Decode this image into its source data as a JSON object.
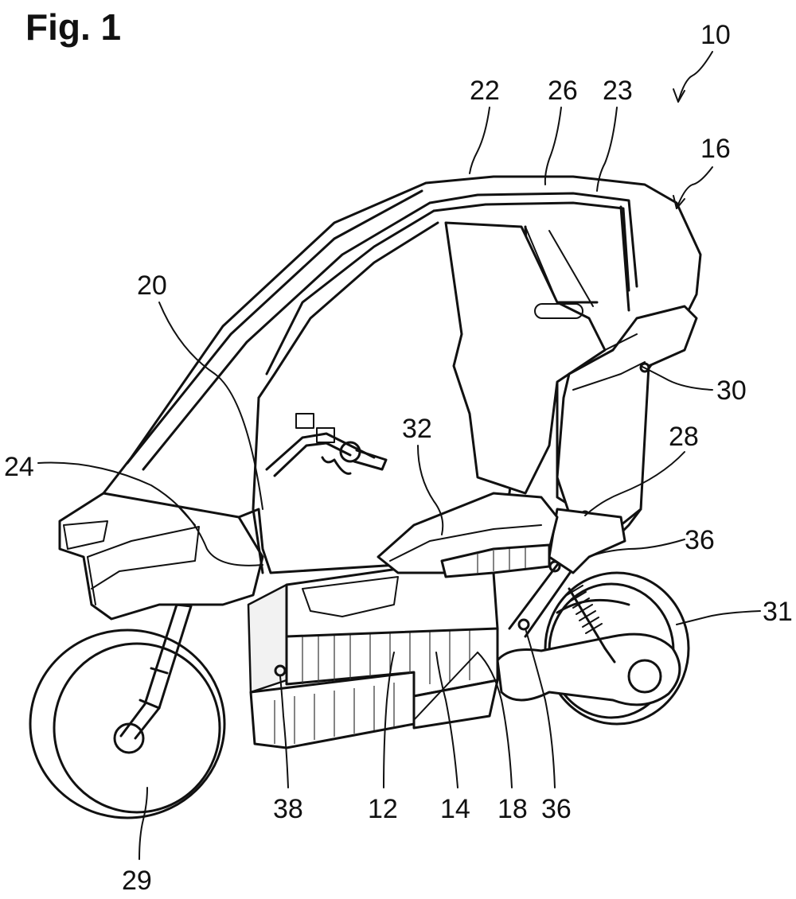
{
  "figure": {
    "title": "Fig. 1",
    "labels": {
      "l10": "10",
      "l16": "16",
      "l22": "22",
      "l26": "26",
      "l23": "23",
      "l20": "20",
      "l24": "24",
      "l32": "32",
      "l30": "30",
      "l28": "28",
      "l36a": "36",
      "l31": "31",
      "l38": "38",
      "l12": "12",
      "l14": "14",
      "l18": "18",
      "l36b": "36",
      "l29": "29"
    }
  }
}
